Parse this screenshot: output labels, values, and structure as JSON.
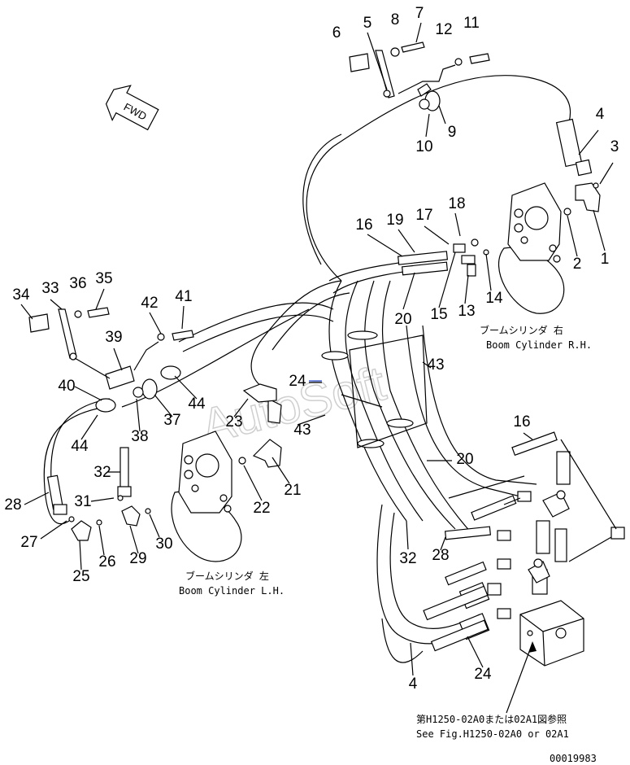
{
  "fwd_label": "FWD",
  "watermark": "AutoSoft",
  "captions": {
    "rh_jp": "ブームシリンダ 右",
    "rh_en": "Boom Cylinder R.H.",
    "lh_jp": "ブームシリンダ 左",
    "lh_en": "Boom Cylinder L.H.",
    "ref_jp": "第H1250-02A0または02A1図参照",
    "ref_en": "See Fig.H1250-02A0 or 02A1"
  },
  "drawing_number": "00019983",
  "callouts": [
    "6",
    "5",
    "8",
    "7",
    "12",
    "11",
    "4",
    "3",
    "10",
    "9",
    "18",
    "16",
    "19",
    "17",
    "2",
    "1",
    "14",
    "15",
    "13",
    "20",
    "43",
    "24",
    "34",
    "33",
    "36",
    "35",
    "42",
    "41",
    "39",
    "40",
    "44",
    "37",
    "23",
    "38",
    "43",
    "44",
    "32",
    "28",
    "31",
    "27",
    "25",
    "26",
    "29",
    "30",
    "22",
    "21",
    "20",
    "16",
    "32",
    "28",
    "4",
    "24"
  ]
}
